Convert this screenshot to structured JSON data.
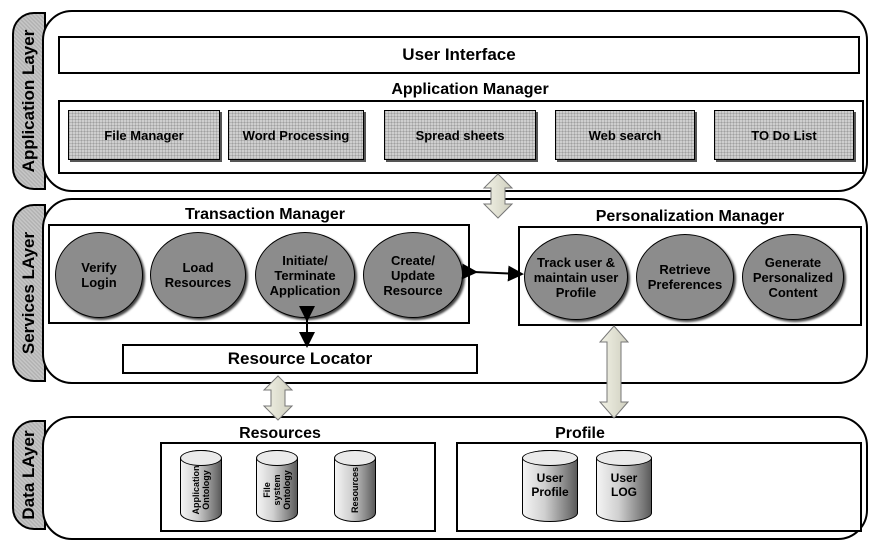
{
  "layers": {
    "application": "Application Layer",
    "services": "Services LAyer",
    "data": "Data LAyer"
  },
  "user_interface": "User Interface",
  "application_manager": {
    "title": "Application Manager",
    "apps": [
      "File Manager",
      "Word Processing",
      "Spread sheets",
      "Web search",
      "TO Do List"
    ]
  },
  "transaction_manager": {
    "title": "Transaction Manager",
    "items": [
      "Verify\nLogin",
      "Load\nResources",
      "Initiate/\nTerminate\nApplication",
      "Create/\nUpdate\nResource"
    ]
  },
  "personalization_manager": {
    "title": "Personalization Manager",
    "items": [
      "Track user &\nmaintain user\nProfile",
      "Retrieve\nPreferences",
      "Generate\nPersonalized\nContent"
    ]
  },
  "resource_locator": "Resource Locator",
  "resources": {
    "title": "Resources",
    "stores": [
      "Application\nOntology",
      "File system\nOntology",
      "Resources"
    ]
  },
  "profile": {
    "title": "Profile",
    "stores": [
      "User\nProfile",
      "User\nLOG"
    ]
  },
  "colors": {
    "circle_fill": "#8c8c8c",
    "tab_fill": "#c6c6c6",
    "app_fill": "#cfcfcf"
  }
}
